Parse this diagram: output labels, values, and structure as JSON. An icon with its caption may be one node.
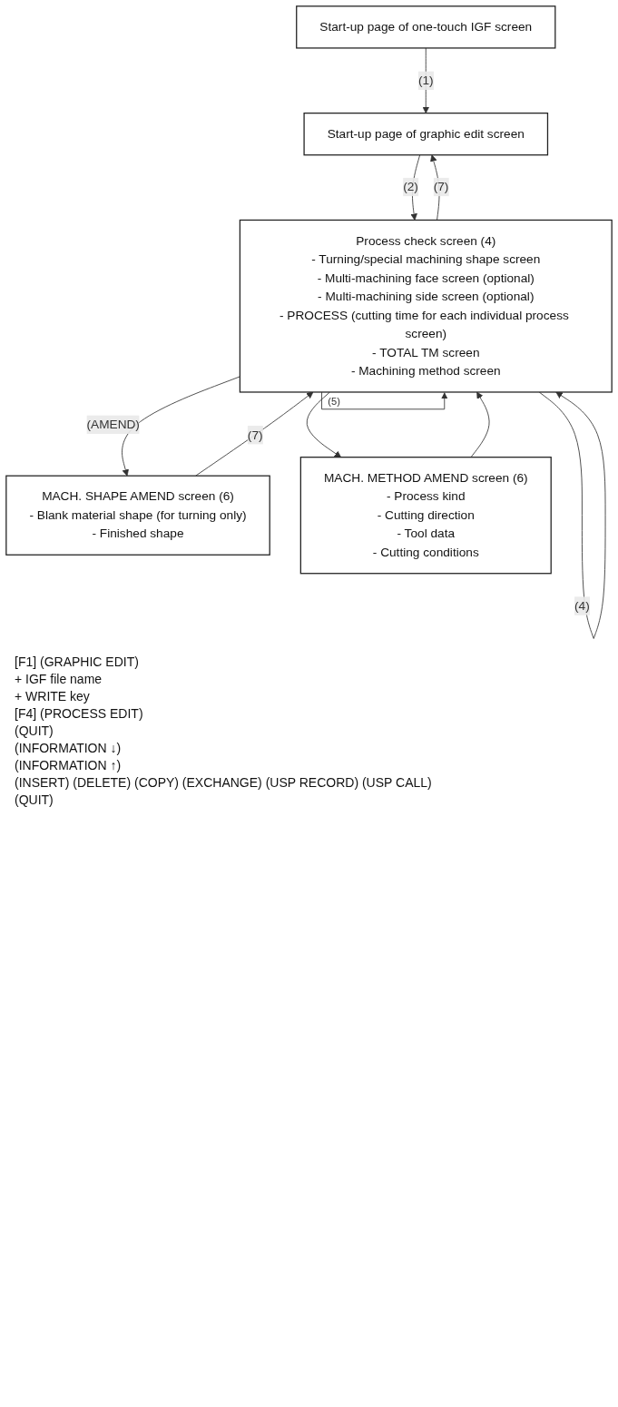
{
  "diagram": {
    "nodes": [
      {
        "text": [
          "Start-up page of one-touch IGF screen"
        ]
      },
      {
        "text": [
          "Start-up page of graphic edit screen"
        ]
      },
      {
        "text": [
          "Process check screen (4)",
          "- Turning/special machining shape screen",
          "- Multi-machining face screen (optional)",
          "- Multi-machining side screen (optional)",
          "- PROCESS (cutting time for each individual process screen)",
          "- TOTAL TM screen",
          "- Machining method screen"
        ]
      },
      {
        "text": [
          "MACH. SHAPE AMEND screen (6)",
          "- Blank material shape (for turning only)",
          "- Finished shape"
        ]
      },
      {
        "text": [
          "MACH. METHOD AMEND screen (6)",
          "- Process kind",
          "- Cutting direction",
          "- Tool data",
          "- Cutting conditions"
        ]
      }
    ],
    "edges": [
      {
        "from": 0,
        "to": 1,
        "arrow": "to",
        "label": "(1)"
      },
      {
        "from": 1,
        "to": 2,
        "arrow": "to",
        "label": "(2)"
      },
      {
        "from": 2,
        "to": 1,
        "arrow": "to",
        "label": "(7)"
      },
      {
        "from": 2,
        "to": 2,
        "arrow": "to",
        "label": "(4)"
      },
      {
        "from": 2,
        "to": 2,
        "arrow": "to",
        "label": "(5)"
      },
      {
        "from": 2,
        "to": 3,
        "arrow": "to",
        "label": "(AMEND)"
      },
      {
        "from": 2,
        "to": 4,
        "arrow": "to"
      },
      {
        "from": 3,
        "to": 2,
        "arrow": "to",
        "label": "(7)"
      },
      {
        "from": 4,
        "to": 2,
        "arrow": "to"
      }
    ],
    "labels": [
      "[F1] (GRAPHIC EDIT)",
      "+ IGF file name",
      "+ WRITE key",
      "[F4] (PROCESS EDIT)",
      "(QUIT)",
      "(INFORMATION ↓)",
      "(INFORMATION ↑)",
      "(INSERT) (DELETE) (COPY) (EXCHANGE) (USP RECORD) (USP CALL)",
      "(QUIT)"
    ]
  }
}
